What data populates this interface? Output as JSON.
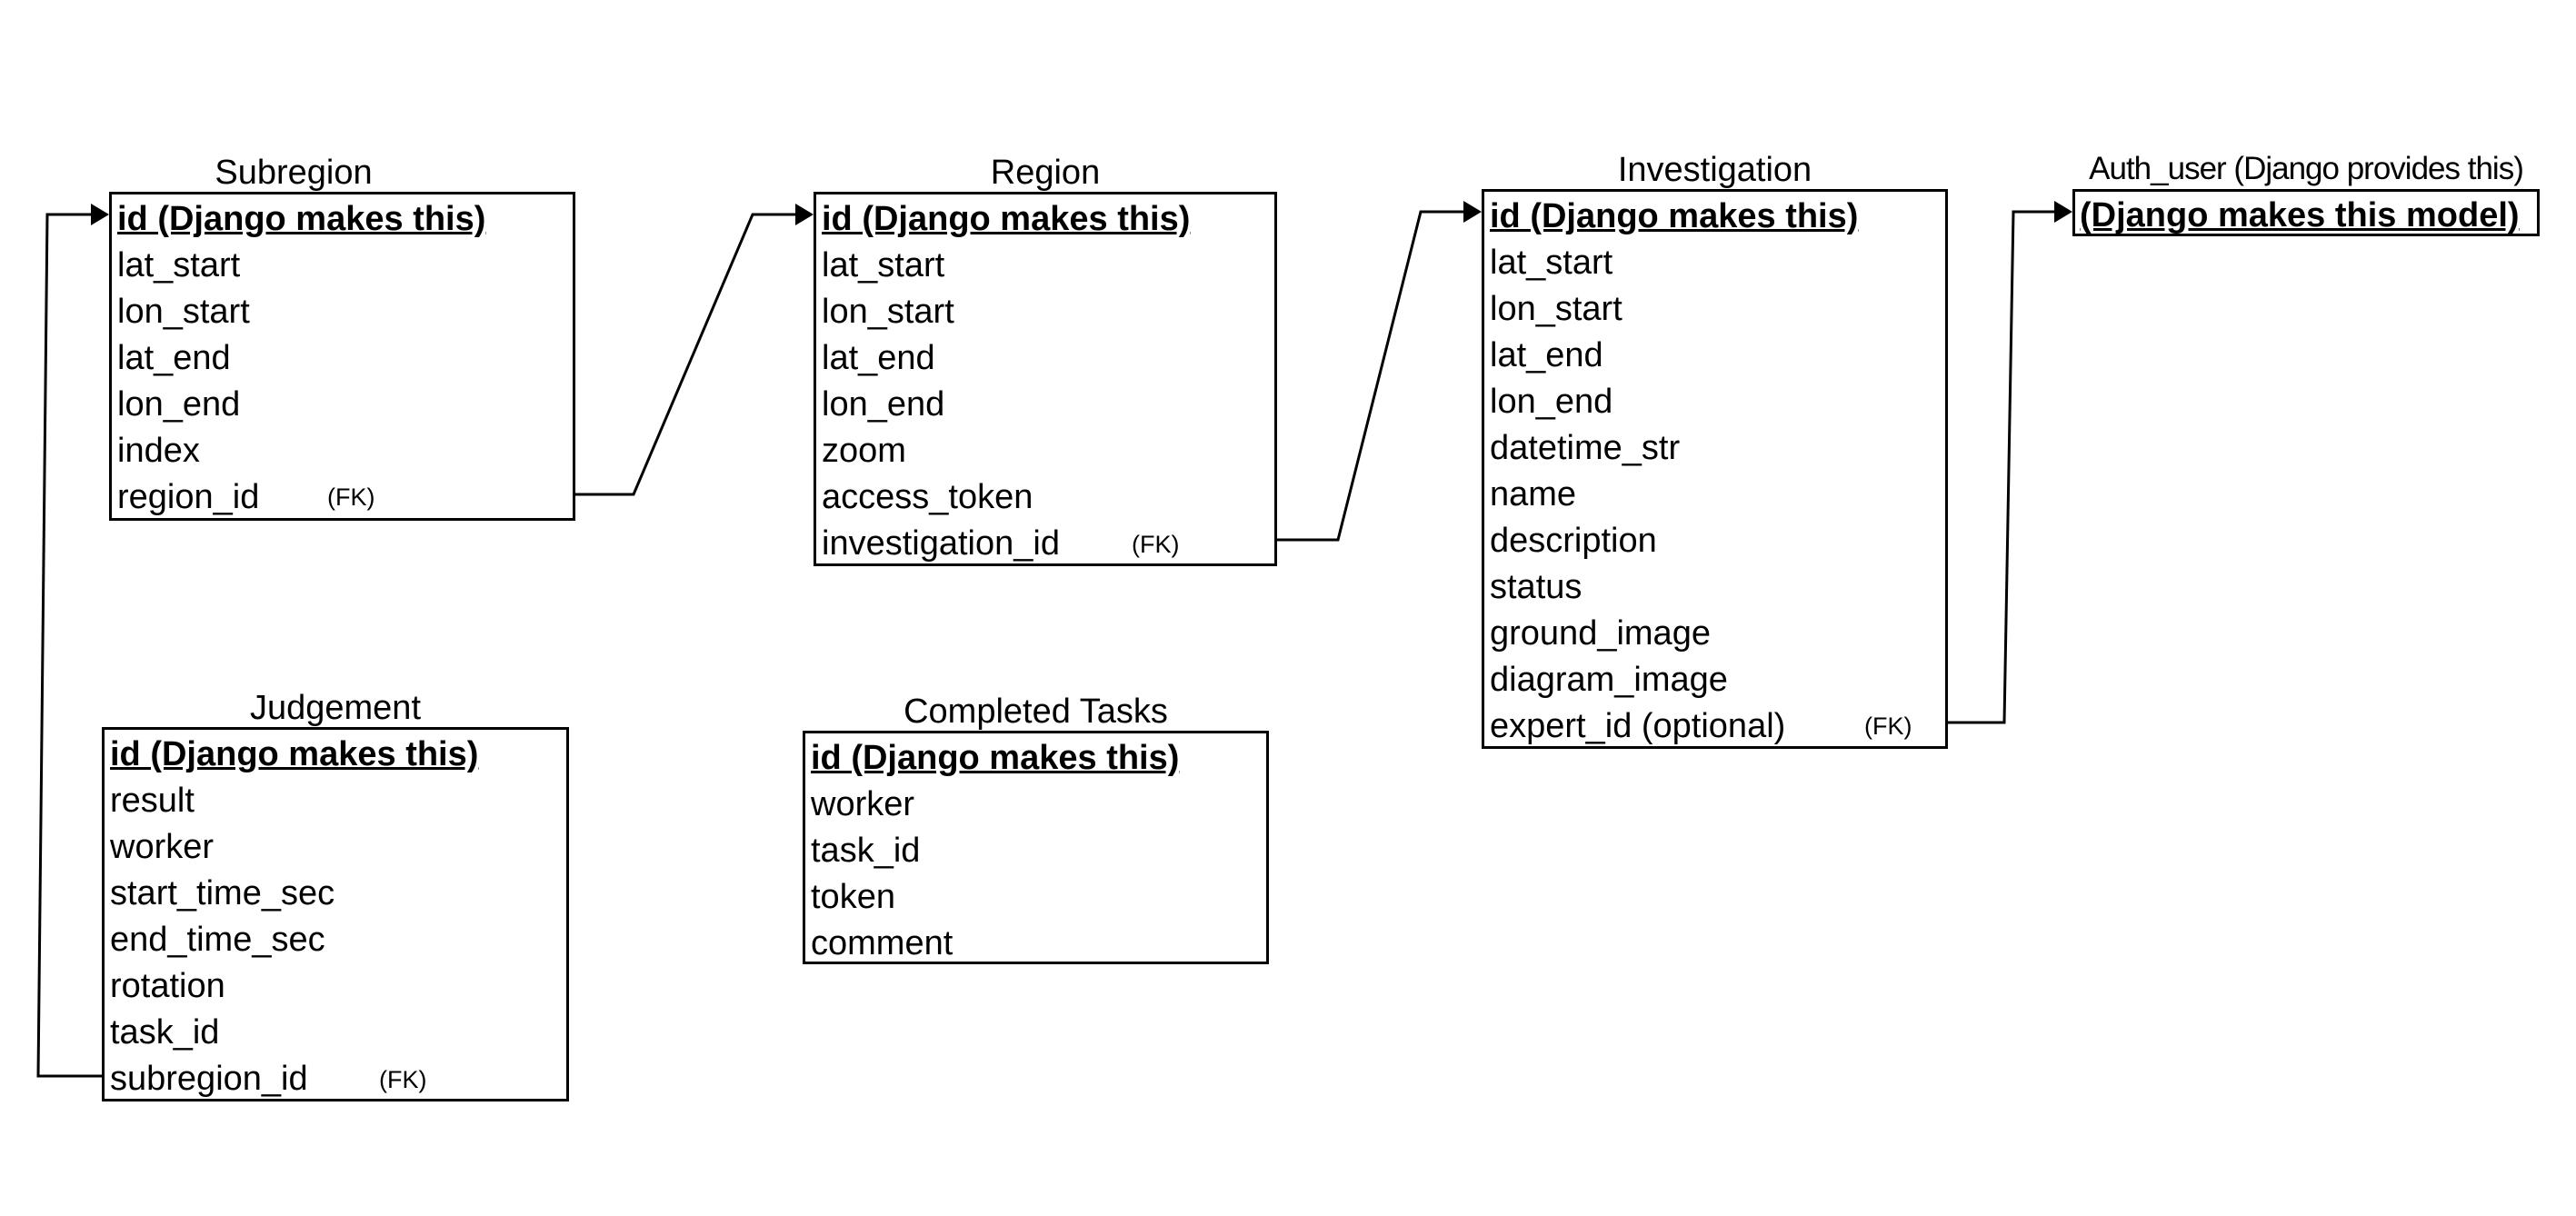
{
  "entities": {
    "subregion": {
      "title": "Subregion",
      "fields": [
        {
          "label": "id (Django makes this)",
          "pk": true
        },
        {
          "label": "lat_start"
        },
        {
          "label": "lon_start"
        },
        {
          "label": "lat_end"
        },
        {
          "label": "lon_end"
        },
        {
          "label": "index"
        },
        {
          "label": "region_id",
          "fk": "(FK)"
        }
      ]
    },
    "region": {
      "title": "Region",
      "fields": [
        {
          "label": "id (Django makes this)",
          "pk": true
        },
        {
          "label": "lat_start"
        },
        {
          "label": "lon_start"
        },
        {
          "label": "lat_end"
        },
        {
          "label": "lon_end"
        },
        {
          "label": "zoom"
        },
        {
          "label": "access_token"
        },
        {
          "label": "investigation_id",
          "fk": "(FK)"
        }
      ]
    },
    "investigation": {
      "title": "Investigation",
      "fields": [
        {
          "label": "id (Django makes this)",
          "pk": true
        },
        {
          "label": "lat_start"
        },
        {
          "label": "lon_start"
        },
        {
          "label": "lat_end"
        },
        {
          "label": "lon_end"
        },
        {
          "label": "datetime_str"
        },
        {
          "label": "name"
        },
        {
          "label": "description"
        },
        {
          "label": "status"
        },
        {
          "label": "ground_image"
        },
        {
          "label": "diagram_image"
        },
        {
          "label": "expert_id (optional)",
          "fk": "(FK)"
        }
      ]
    },
    "auth_user": {
      "title": "Auth_user (Django provides this)",
      "fields": [
        {
          "label": "(Django makes this model)",
          "pk": true
        }
      ]
    },
    "judgement": {
      "title": "Judgement",
      "fields": [
        {
          "label": "id (Django makes this)",
          "pk": true
        },
        {
          "label": "result"
        },
        {
          "label": "worker"
        },
        {
          "label": "start_time_sec"
        },
        {
          "label": "end_time_sec"
        },
        {
          "label": "rotation"
        },
        {
          "label": "task_id"
        },
        {
          "label": "subregion_id",
          "fk": "(FK)"
        }
      ]
    },
    "completed_tasks": {
      "title": "Completed Tasks",
      "fields": [
        {
          "label": "id (Django makes this)",
          "pk": true
        },
        {
          "label": "worker"
        },
        {
          "label": "task_id"
        },
        {
          "label": "token"
        },
        {
          "label": "comment"
        }
      ]
    }
  },
  "relationships": [
    {
      "from": "subregion",
      "from_field": "region_id",
      "to": "region"
    },
    {
      "from": "region",
      "from_field": "investigation_id",
      "to": "investigation"
    },
    {
      "from": "investigation",
      "from_field": "expert_id (optional)",
      "to": "auth_user"
    },
    {
      "from": "judgement",
      "from_field": "subregion_id",
      "to": "subregion"
    }
  ],
  "colors": {
    "line": "#000000",
    "background": "#ffffff"
  }
}
